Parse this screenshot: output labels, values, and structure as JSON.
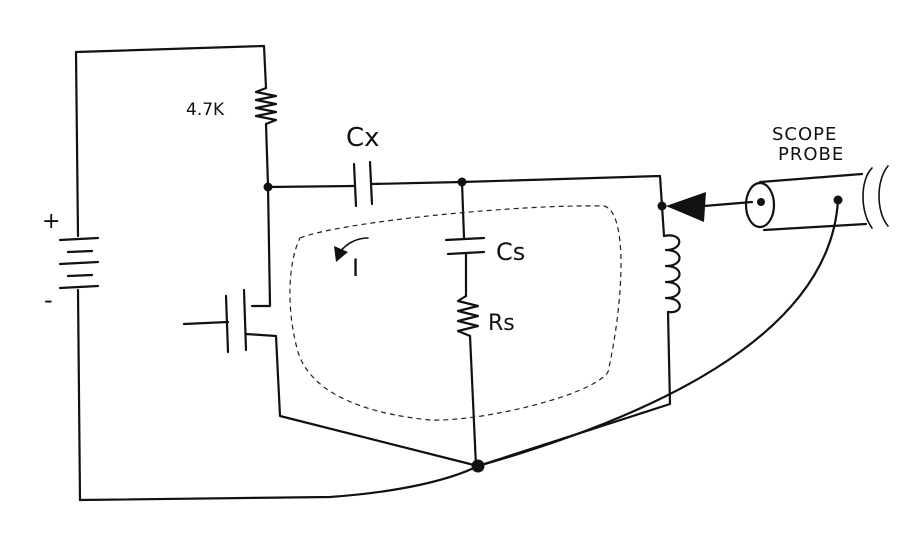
{
  "labels": {
    "resistor_top": "4.7K",
    "cap_x": "Cx",
    "cap_s": "Cs",
    "res_s": "Rs",
    "current": "I",
    "probe_line1": "SCOPE",
    "probe_line2": "PROBE",
    "battery_plus": "+",
    "battery_minus": "-"
  },
  "colors": {
    "ink": "#111111",
    "paper": "#ffffff"
  }
}
